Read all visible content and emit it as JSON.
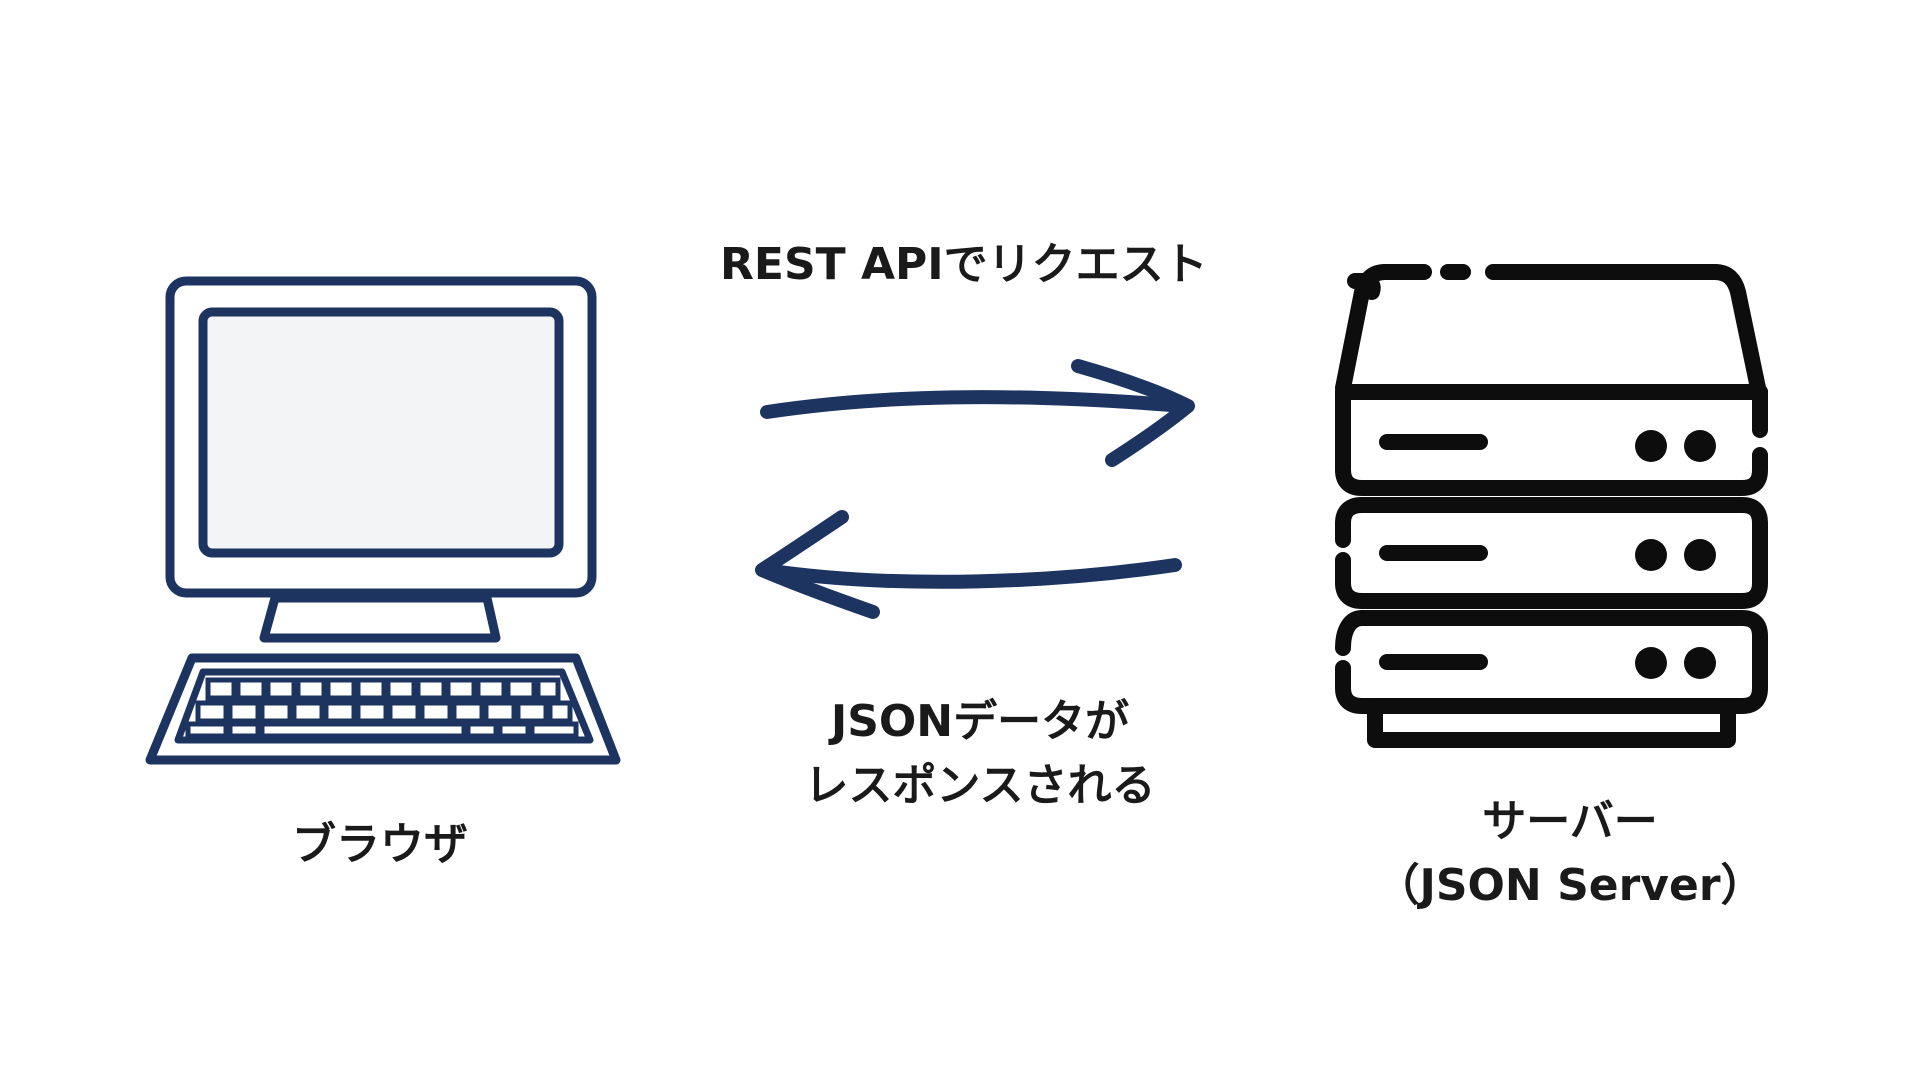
{
  "labels": {
    "request": "REST APIでリクエスト",
    "response_line1": "JSONデータが",
    "response_line2": "レスポンスされる",
    "browser": "ブラウザ",
    "server_line1": "サーバー",
    "server_line2": "（JSON Server）"
  },
  "icons": {
    "browser": "desktop-computer-icon",
    "server": "server-rack-icon",
    "request_arrow": "arrow-right-icon",
    "response_arrow": "arrow-left-icon"
  },
  "colors": {
    "navy": "#1d3461",
    "black": "#0d0d0d",
    "screen_fill": "#f3f4f6",
    "background": "#ffffff"
  }
}
